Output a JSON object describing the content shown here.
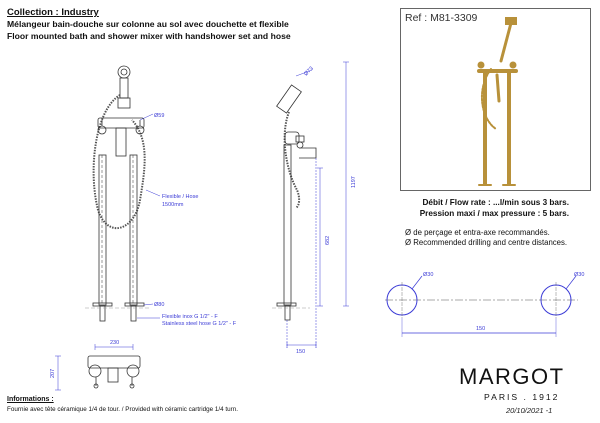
{
  "header": {
    "collection": "Collection : Industry",
    "title_fr": "Mélangeur bain-douche sur colonne au sol avec douchette et flexible",
    "title_en": "Floor mounted bath and shower mixer with handshower set and hose"
  },
  "reference": "Ref : M81-3309",
  "specs": {
    "flow_rate": "Débit / Flow rate : ...l/min sous 3 bars.",
    "max_pressure": "Pression maxi / max pressure : 5 bars."
  },
  "drilling": {
    "line_fr": "Ø de perçage et entra-axe recommandés.",
    "line_en": "Ø Recommended drilling and centre distances.",
    "hole_left": "Ø30",
    "hole_right": "Ø30",
    "centre_distance": "150"
  },
  "drawing_labels": {
    "diam_59": "Ø59",
    "flexible_1": "Flexible / Hose",
    "flexible_2": "1500mm",
    "diam_80": "Ø80",
    "inlet_1": "Flexible inox G 1/2\" - F",
    "inlet_2": "Stainless steel hose G 1/2\" - F",
    "width_230": "230",
    "depth_207": "207",
    "head_diam": "Ø73",
    "height_1197": "1197",
    "height_682": "682",
    "offset_150": "150"
  },
  "info": {
    "title": "Informations :",
    "text": "Fournie avec tête céramique 1/4 de tour. / Provided with céramic cartridge 1/4 turn."
  },
  "brand": {
    "name": "MARGOT",
    "city": "PARIS . 1912",
    "date": "20/10/2021 -1"
  },
  "colors": {
    "brass": "#b8913a",
    "dimension": "#3b3bd6",
    "line": "#333333"
  }
}
